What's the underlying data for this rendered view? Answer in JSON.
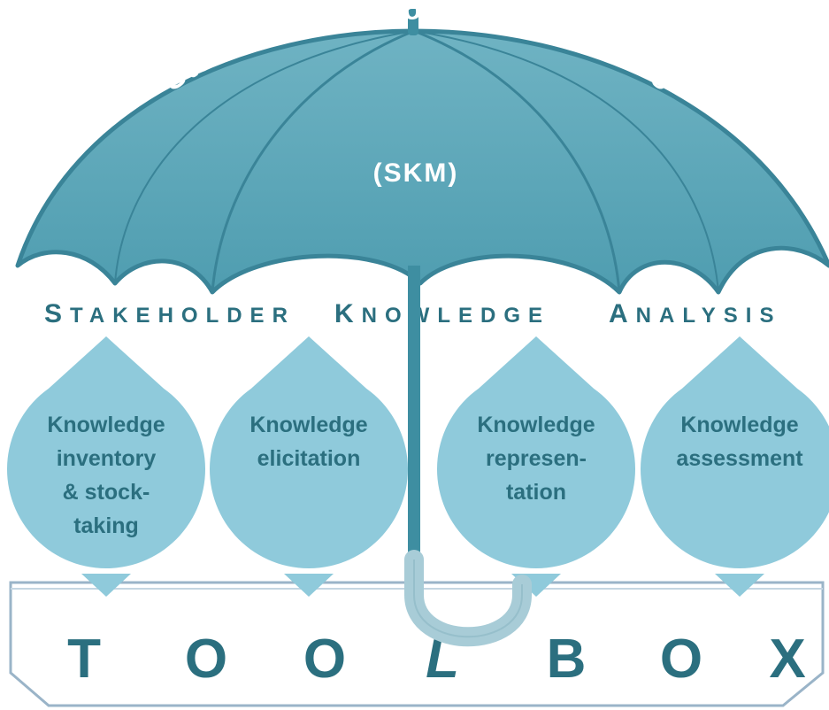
{
  "umbrella": {
    "title": "Stakeholder Knowledge Mapping",
    "abbreviation": "(SKM)"
  },
  "analysis_row": {
    "words": [
      "Stakeholder",
      "Knowledge",
      "Analysis"
    ]
  },
  "drops": [
    {
      "lines": [
        "Knowledge",
        "inventory",
        "& stock-",
        "taking"
      ]
    },
    {
      "lines": [
        "Knowledge",
        "elicitation"
      ]
    },
    {
      "lines": [
        "Knowledge",
        "represen-",
        "tation"
      ]
    },
    {
      "lines": [
        "Knowledge",
        "assessment"
      ]
    }
  ],
  "toolbox": {
    "letters": [
      "T",
      "O",
      "O",
      "L",
      "B",
      "O",
      "X"
    ]
  },
  "colors": {
    "canopy": "#5fa8b9",
    "canopy_dark": "#3e8ea1",
    "drop": "#8fcadb",
    "text_dark": "#2b6f7f"
  }
}
